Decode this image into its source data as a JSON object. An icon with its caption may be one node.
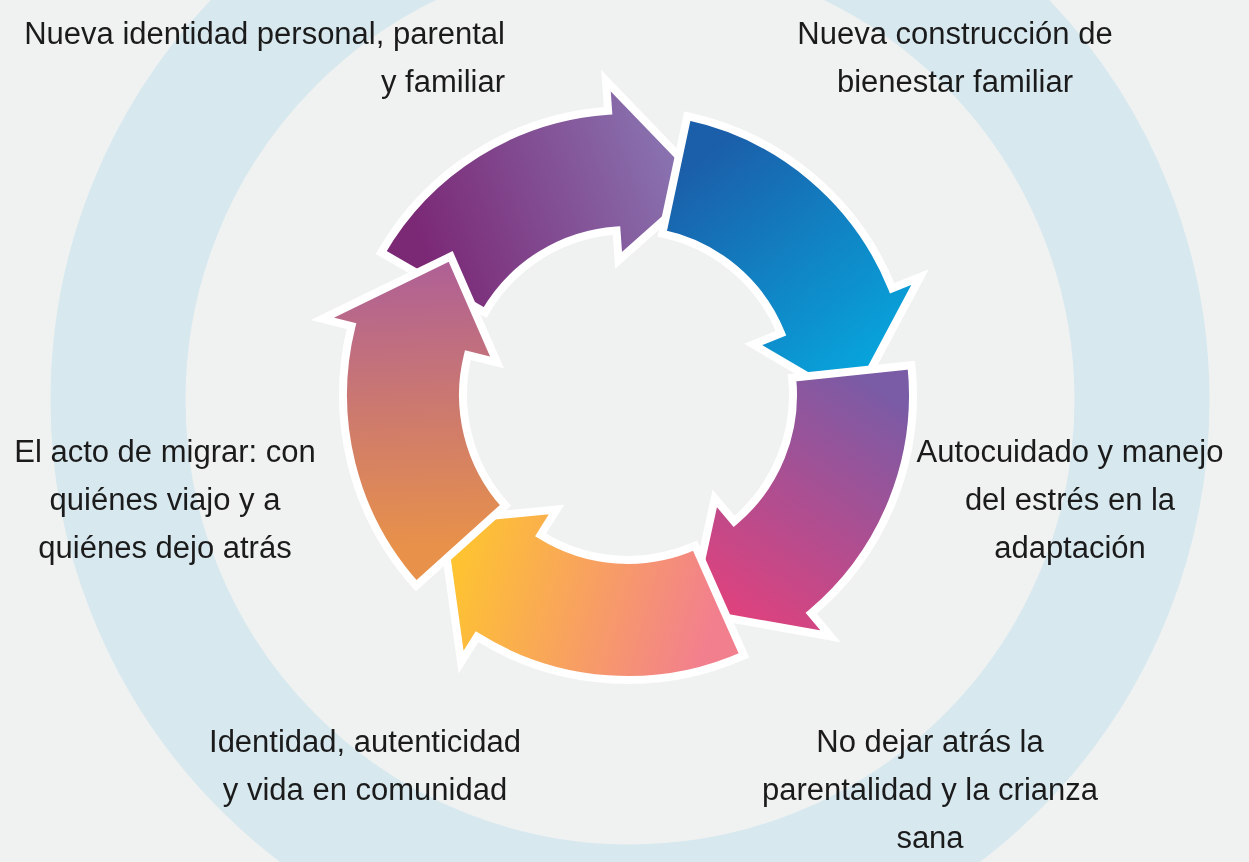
{
  "diagram": {
    "labels": [
      "Nueva identidad personal, parental y familiar",
      "Nueva construcción de bienestar familiar",
      "El acto de migrar: con quiénes viajo y a quiénes dejo atrás",
      "Autocuidado y manejo del estrés en la adaptación",
      "Identidad, autenticidad y vida en comunidad",
      "No dejar atrás la parentalidad y la crianza sana"
    ]
  }
}
